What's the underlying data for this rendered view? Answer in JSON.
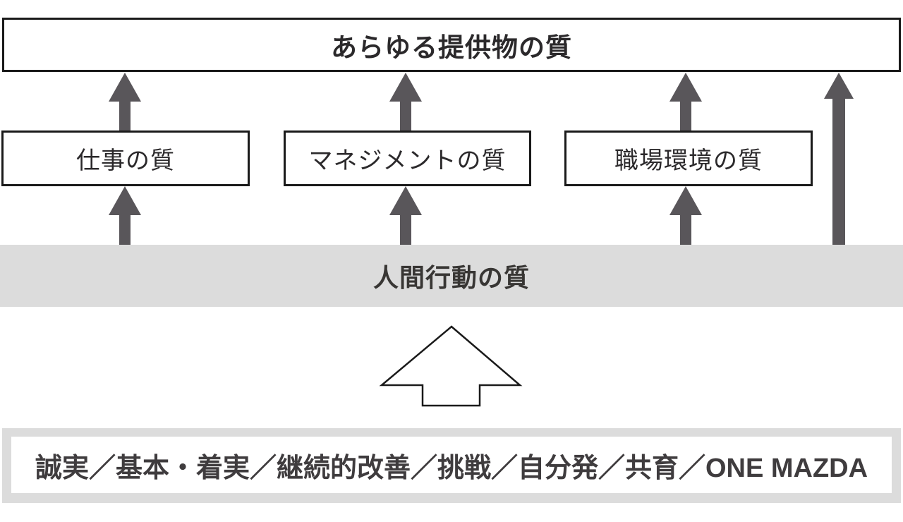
{
  "diagram": {
    "top_box_label": "あらゆる提供物の質",
    "middle_boxes": [
      {
        "label": "仕事の質"
      },
      {
        "label": "マネジメントの質"
      },
      {
        "label": "職場環境の質"
      }
    ],
    "band_label": "人間行動の質",
    "values_label": "誠実／基本・着実／継続的改善／挑戦／自分発／共育／ONE MAZDA",
    "icons": {
      "small_arrows": "up-arrow-icon",
      "long_arrow": "long-up-arrow-icon",
      "outline_arrow": "big-outline-up-arrow-icon"
    },
    "colors": {
      "arrow_gray": "#59565a",
      "panel_gray": "#dcdcdc",
      "line_black": "#1a1a1a",
      "ink": "#2b292b"
    }
  }
}
